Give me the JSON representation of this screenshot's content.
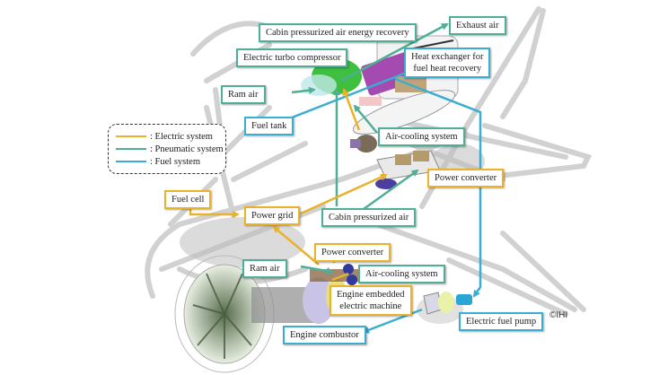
{
  "colors": {
    "electric": "#e8b22a",
    "pneumatic": "#4fae96",
    "fuel": "#3aaed0",
    "airframe": "#c8c8c8"
  },
  "legend": {
    "items": [
      {
        "label": ": Electric system",
        "system": "electric"
      },
      {
        "label": ": Pneumatic system",
        "system": "pneumatic"
      },
      {
        "label": ": Fuel system",
        "system": "fuel"
      }
    ]
  },
  "labels": {
    "cabin_energy_recovery": "Cabin pressurized air energy recovery",
    "exhaust_air": "Exhaust air",
    "electric_turbo_compressor": "Electric turbo compressor",
    "heat_exchanger_line1": "Heat exchanger for",
    "heat_exchanger_line2": "fuel heat recovery",
    "ram_air_top": "Ram air",
    "fuel_tank": "Fuel tank",
    "air_cooling_top": "Air-cooling system",
    "power_converter_top": "Power converter",
    "fuel_cell": "Fuel cell",
    "power_grid": "Power grid",
    "cabin_pressurized_air": "Cabin pressurized air",
    "power_converter_bottom": "Power converter",
    "ram_air_bottom": "Ram air",
    "air_cooling_bottom": "Air-cooling system",
    "engine_machine_line1": "Engine embedded",
    "engine_machine_line2": "electric machine",
    "electric_fuel_pump": "Electric fuel pump",
    "engine_combustor": "Engine combustor"
  },
  "copyright": "©IHI"
}
